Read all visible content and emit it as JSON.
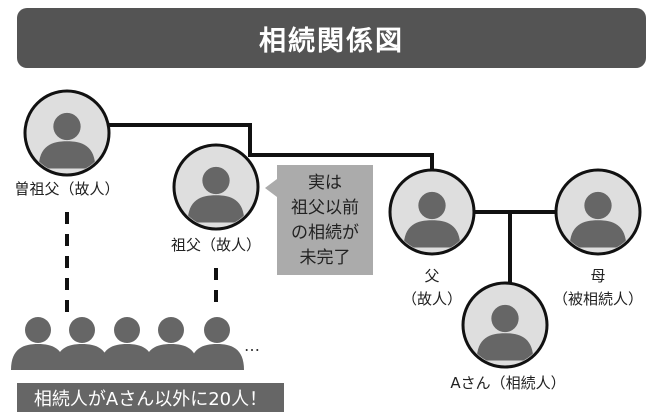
{
  "title": "相続関係図",
  "people": {
    "great_grandfather": "曽祖父（故人）",
    "grandfather": "祖父（故人）",
    "father_name": "父",
    "father_status": "（故人）",
    "mother_name": "母",
    "mother_status": "（被相続人）",
    "a": "Aさん（相続人）"
  },
  "callout": {
    "lines": [
      "実は",
      "祖父以前",
      "の相続が",
      "未完了"
    ]
  },
  "ellipsis": "…",
  "banner": "相続人がAさん以外に20人！",
  "colors": {
    "title_bg": "#545454",
    "callout_bg": "#ababab",
    "banner_bg": "#666666",
    "silhouette": "#666666",
    "circle_fill": "#dedede"
  }
}
